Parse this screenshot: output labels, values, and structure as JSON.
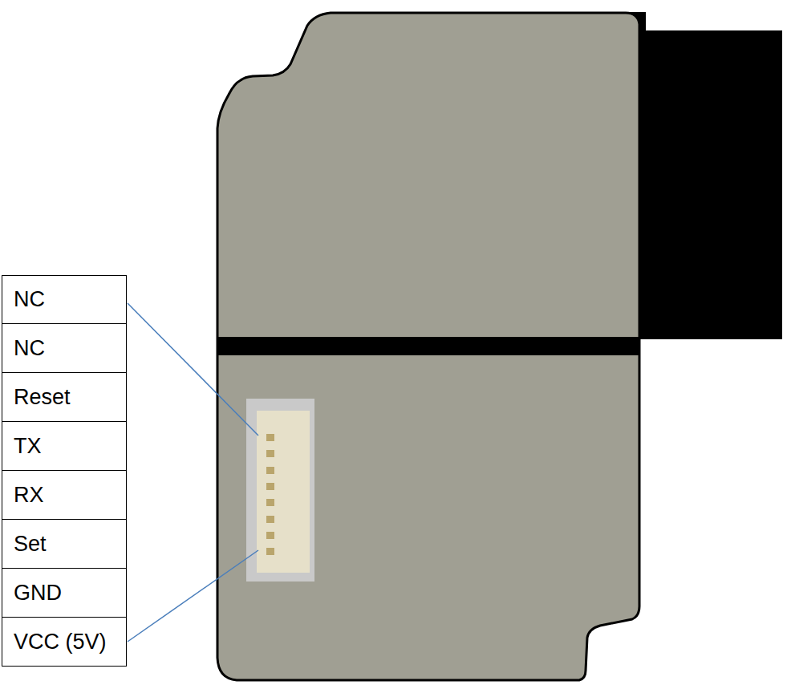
{
  "diagram": {
    "labels": [
      "NC",
      "NC",
      "Reset",
      "TX",
      "RX",
      "Set",
      "GND",
      "VCC (5V)"
    ]
  }
}
